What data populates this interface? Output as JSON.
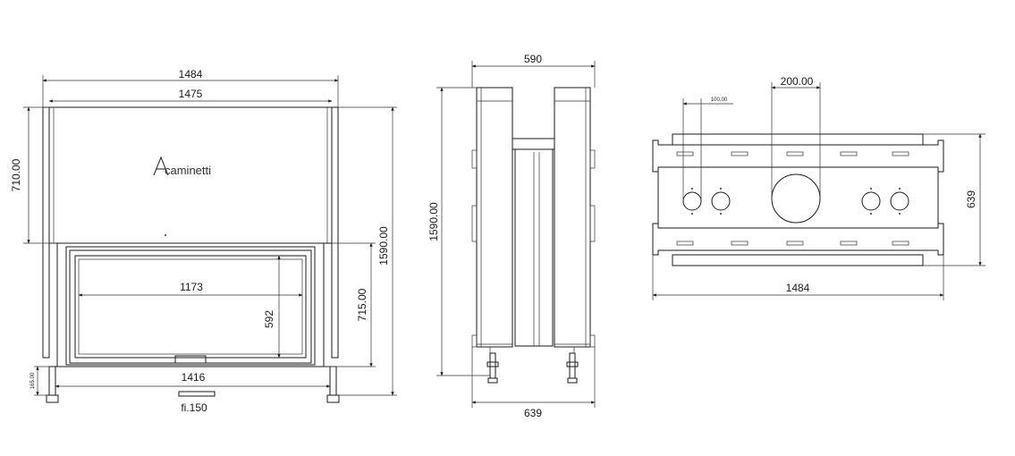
{
  "brand": "caminetti",
  "front_view": {
    "width_outer": "1484",
    "width_inner": "1475",
    "upper_height": "710.00",
    "total_height": "1590.00",
    "door_height": "715.00",
    "glass_width": "1173",
    "glass_height": "592",
    "feet_height": "165.00",
    "base_width": "1416",
    "flue_label": "fi.150"
  },
  "side_view": {
    "top_width": "590",
    "total_height": "1590.00",
    "bottom_width": "639"
  },
  "top_view": {
    "small_dim": "100.00",
    "flue_dim": "200.00",
    "depth": "639",
    "width": "1484"
  }
}
